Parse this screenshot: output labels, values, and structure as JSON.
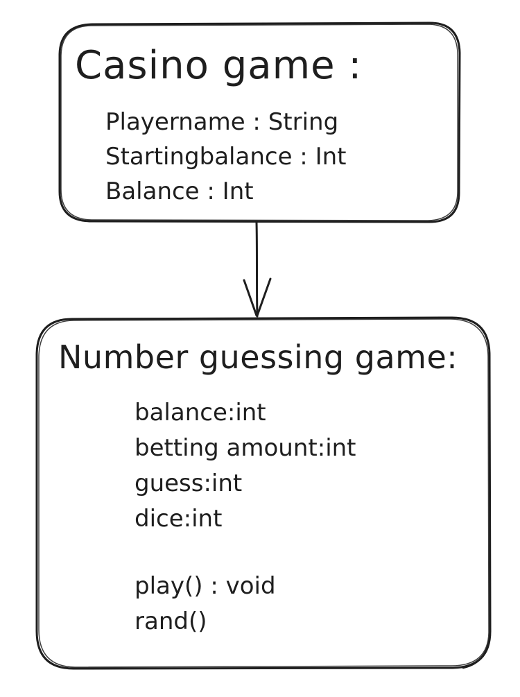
{
  "diagram": {
    "stroke_color": "#1e1e1e",
    "background_color": "#ffffff",
    "connector": {
      "from": "Casino game",
      "to": "Number guessing game",
      "arrow": "open-v-arrowhead"
    }
  },
  "casino_game": {
    "title": "Casino game :",
    "attributes": [
      "Playername : String",
      "Startingbalance : Int",
      "Balance : Int"
    ]
  },
  "number_guessing_game": {
    "title": "Number guessing game:",
    "attributes": [
      "balance:int",
      "betting amount:int",
      "guess:int",
      "dice:int"
    ],
    "methods": [
      "play() : void",
      "rand()"
    ]
  }
}
